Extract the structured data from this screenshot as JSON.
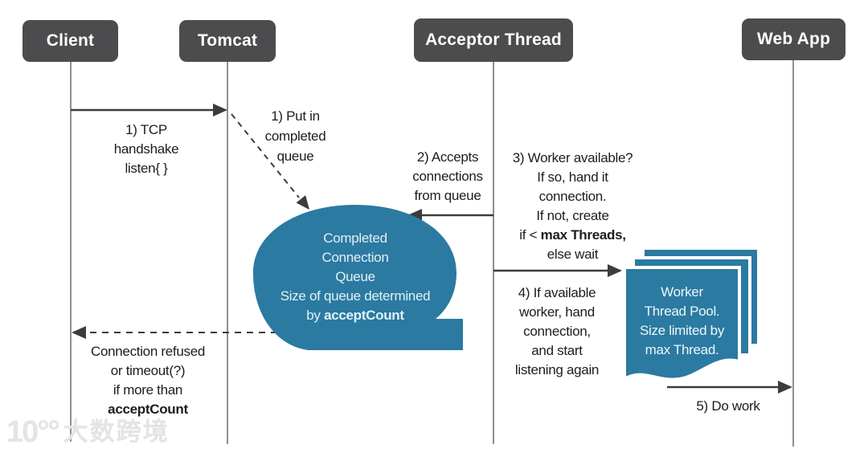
{
  "actors": {
    "client": "Client",
    "tomcat": "Tomcat",
    "acceptor": "Acceptor Thread",
    "webapp": "Web App"
  },
  "messages": {
    "tcp_handshake": {
      "lines": [
        "1) TCP",
        "handshake",
        "listen{ }"
      ]
    },
    "put_in_queue": {
      "lines": [
        "1) Put in",
        "completed",
        "queue"
      ]
    },
    "accepts_connections": {
      "lines": [
        "2) Accepts",
        "connections",
        "from queue"
      ]
    },
    "worker_available": {
      "lines": [
        "3) Worker available?",
        "If so, hand it",
        "connection.",
        "If not, create"
      ],
      "conditional_prefix": "if < ",
      "conditional_bold": "max Threads,",
      "last_line": "else wait"
    },
    "hand_connection": {
      "lines": [
        "4) If available",
        "worker, hand",
        "connection,",
        "and start",
        "listening again"
      ]
    },
    "connection_refused": {
      "lines": [
        "Connection refused",
        "or timeout(?)",
        "if more than"
      ],
      "bold_line": "acceptCount"
    },
    "do_work": {
      "label": "5) Do work"
    }
  },
  "queue_bubble": {
    "lines": [
      "Completed",
      "Connection",
      "Queue",
      "Size of queue determined"
    ],
    "last_line_prefix": "by ",
    "last_line_bold": "acceptCount"
  },
  "worker_pool": {
    "lines": [
      "Worker",
      "Thread Pool.",
      "Size limited by",
      "max Thread."
    ]
  },
  "watermark": {
    "logo_text": "10°°",
    "text": "大数跨境"
  },
  "colors": {
    "actor_box": "#4c4c4e",
    "teal": "#2b7aa1",
    "arrow": "#3c3c3c",
    "lifeline": "#8f8f8f"
  }
}
